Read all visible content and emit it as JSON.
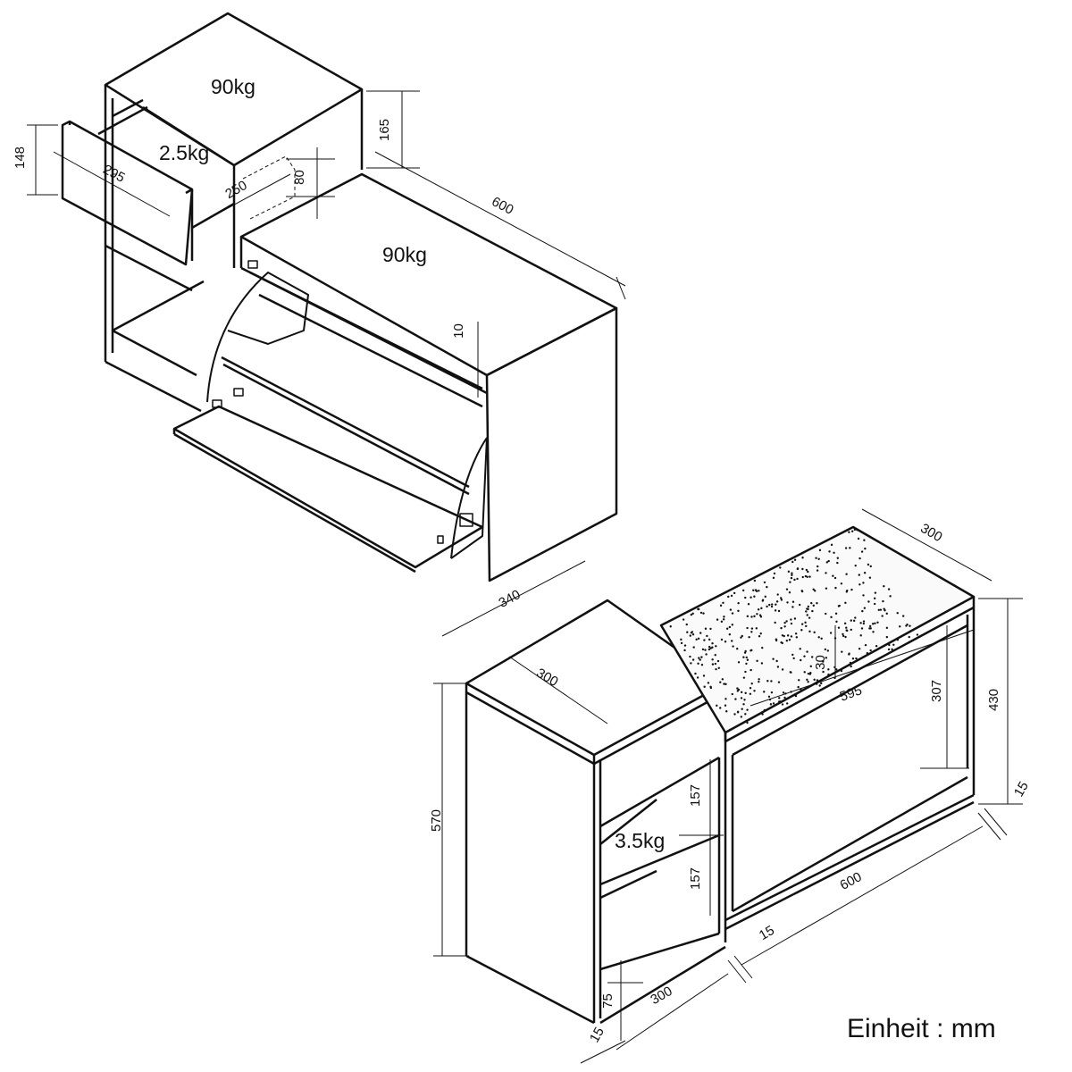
{
  "top_unit": {
    "top_load": "90kg",
    "drawer_load": "2.5kg",
    "drawer_height": "148",
    "drawer_width": "295",
    "drawer_depth": "250",
    "drawer_inner_height": "80",
    "cabinet_offset": "165",
    "bench_length": "600",
    "bench_load": "90kg",
    "flap_gap": "10"
  },
  "bottom_unit": {
    "cabinet_depth": "340",
    "cabinet_top_width": "300",
    "bench_depth": "300",
    "cushion_height": "30",
    "cushion_length": "595",
    "inner_height": "307",
    "bench_height": "430",
    "leg_height_right": "15",
    "cabinet_height": "570",
    "shelf_height_1": "157",
    "shelf_height_2": "157",
    "shelf_load": "3.5kg",
    "bench_length": "600",
    "gap": "15",
    "cabinet_width": "300",
    "base_height": "75",
    "panel_thickness": "15"
  },
  "unit_label": "Einheit : mm"
}
